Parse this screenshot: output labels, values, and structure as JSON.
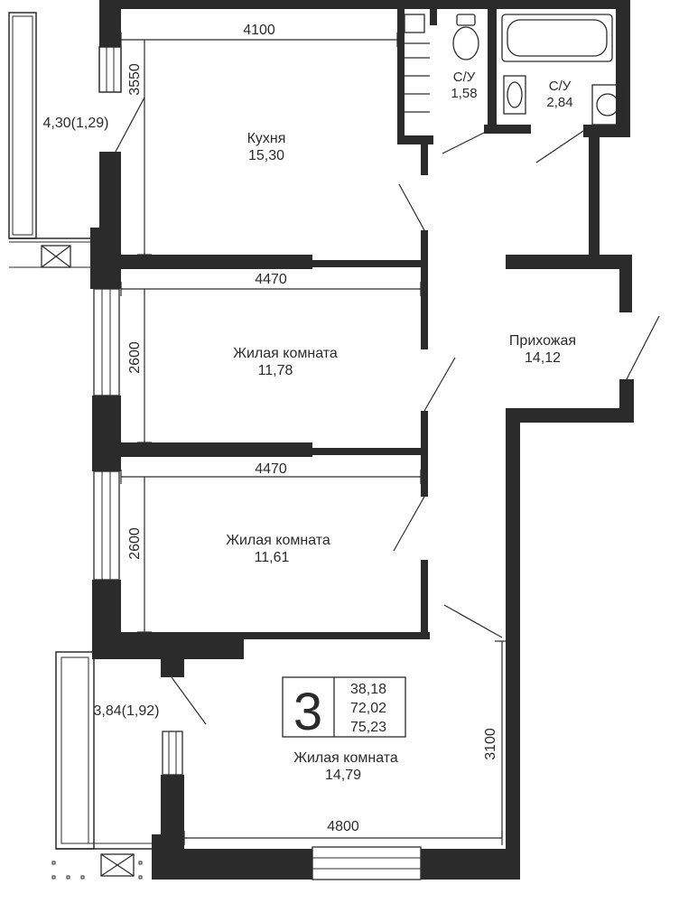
{
  "rooms": {
    "kitchen": {
      "name": "Кухня",
      "area": "15,30"
    },
    "bath1": {
      "name": "С/У",
      "area": "1,58"
    },
    "bath2": {
      "name": "С/У",
      "area": "2,84"
    },
    "hall": {
      "name": "Прихожая",
      "area": "14,12"
    },
    "room1": {
      "name": "Жилая комната",
      "area": "11,78"
    },
    "room2": {
      "name": "Жилая комната",
      "area": "11,61"
    },
    "room3": {
      "name": "Жилая комната",
      "area": "14,79"
    },
    "balcony_top": {
      "area": "4,30(1,29)"
    },
    "balcony_bottom": {
      "area": "3,84(1,92)"
    }
  },
  "dimensions": {
    "kitchen_width": "4100",
    "kitchen_depth": "3550",
    "room1_width": "4470",
    "room1_depth": "2600",
    "room2_width": "4470",
    "room2_depth": "2600",
    "room3_width": "4800",
    "room3_depth": "3100"
  },
  "summary": {
    "rooms_count": "3",
    "living_area": "38,18",
    "total_area": "72,02",
    "total_with_balconies": "75,23"
  }
}
